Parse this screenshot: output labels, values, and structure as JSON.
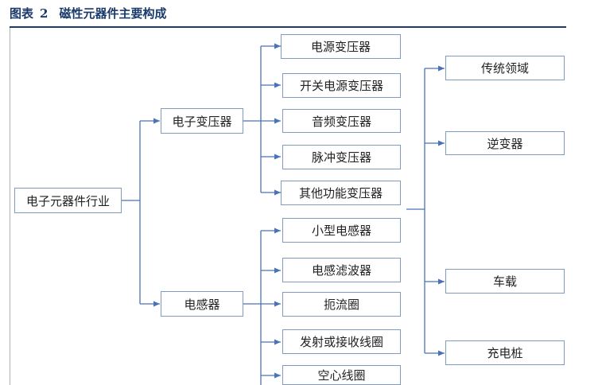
{
  "figure": {
    "label": "图表",
    "number": "2",
    "title": "磁性元器件主要构成"
  },
  "root": "电子元器件行业",
  "branches": [
    {
      "label": "电子变压器",
      "children": [
        "电源变压器",
        "开关电源变压器",
        "音频变压器",
        "脉冲变压器",
        "其他功能变压器"
      ]
    },
    {
      "label": "电感器",
      "children": [
        "小型电感器",
        "电感滤波器",
        "扼流圈",
        "发射或接收线圈",
        "空心线圈"
      ]
    }
  ],
  "applications": [
    "传统领域",
    "逆变器",
    "车载",
    "充电桩"
  ],
  "colors": {
    "line": "#4a72b8",
    "box_border": "#7f9bc3",
    "title": "#1a3a6b",
    "rule": "#1f3a6e"
  }
}
